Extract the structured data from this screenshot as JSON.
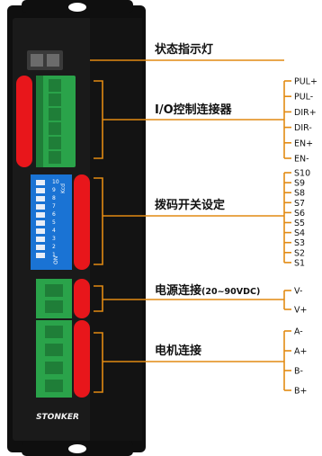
{
  "brand": "STONKER",
  "sections": {
    "status": {
      "label": "状态指示灯"
    },
    "io": {
      "label": "I/O控制连接器",
      "pins": [
        "PUL+",
        "PUL-",
        "DIR+",
        "DIR-",
        "EN+",
        "EN-"
      ]
    },
    "dip": {
      "label": "拨码开关设定",
      "pins": [
        "S10",
        "S9",
        "S8",
        "S7",
        "S6",
        "S5",
        "S4",
        "S3",
        "S2",
        "S1"
      ],
      "switch_numbers": [
        "1",
        "2",
        "3",
        "4",
        "5",
        "6",
        "7",
        "8",
        "9",
        "10"
      ],
      "switch_header": "ON",
      "switch_tag": "Kcd"
    },
    "power": {
      "label": "电源连接",
      "label_sub": "(20~90VDC)",
      "pins": [
        "V-",
        "V+"
      ]
    },
    "motor": {
      "label": "电机连接",
      "pins": [
        "A-",
        "A+",
        "B-",
        "B+"
      ]
    }
  },
  "colors": {
    "housing": "#161616",
    "bracket": "#101010",
    "connector_green": "#2aa34a",
    "pin_red": "#e8161b",
    "dip_blue": "#1a73d4",
    "leader_line": "#e28a12"
  }
}
